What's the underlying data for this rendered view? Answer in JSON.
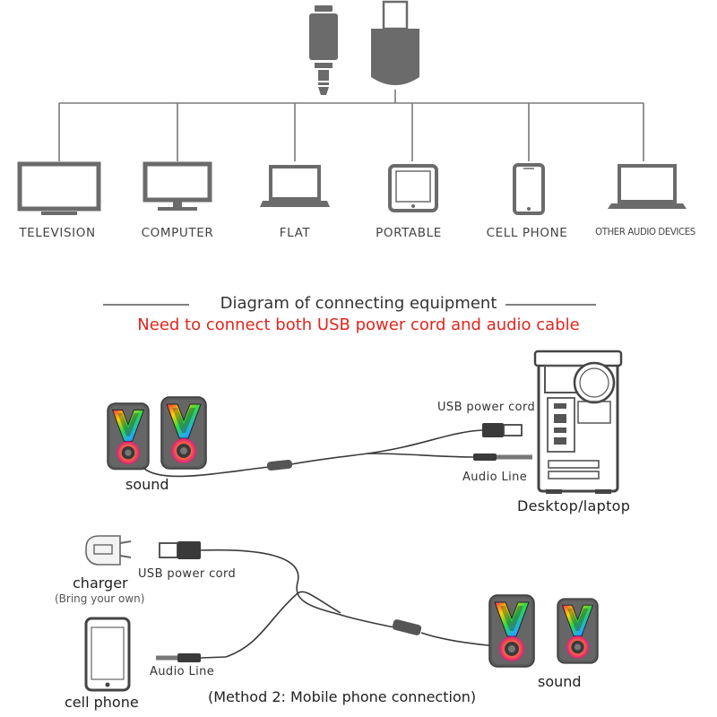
{
  "devices": [
    {
      "label": "TELEVISION",
      "icon": "television-icon"
    },
    {
      "label": "COMPUTER",
      "icon": "computer-monitor-icon"
    },
    {
      "label": "FLAT",
      "icon": "laptop-icon"
    },
    {
      "label": "PORTABLE",
      "icon": "tablet-icon"
    },
    {
      "label": "CELL PHONE",
      "icon": "cell-phone-icon"
    },
    {
      "label": "OTHER AUDIO DEVICES",
      "icon": "other-laptop-icon"
    }
  ],
  "connectors": [
    "audio-jack-icon",
    "usb-plug-icon"
  ],
  "heading": {
    "title": "Diagram of connecting equipment",
    "note": "Need to connect both USB power cord and audio cable"
  },
  "method1": {
    "speaker_label": "sound",
    "usb_label": "USB power cord",
    "audio_label": "Audio Line",
    "computer_label": "Desktop/laptop"
  },
  "method2": {
    "charger_label": "charger",
    "charger_note": "(Bring your own)",
    "usb_label": "USB power cord",
    "phone_label": "cell phone",
    "audio_label": "Audio Line",
    "speaker_label": "sound",
    "caption": "(Method 2: Mobile phone connection)"
  },
  "colors": {
    "accent_red": "#e0261d",
    "icon_gray": "#6b6b6b",
    "speaker_body": "#555555",
    "line_gray": "#888888"
  }
}
